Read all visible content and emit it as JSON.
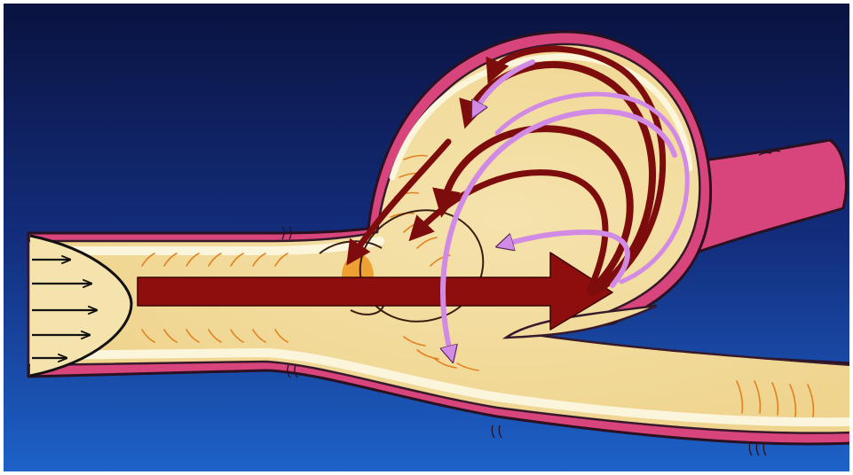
{
  "diagram": {
    "subject": "aneurysm-at-arterial-bifurcation",
    "text_labels": [],
    "colors": {
      "frame_white": "#ffffff",
      "bg_top": "#0a1340",
      "bg_mid": "#132d7c",
      "bg_bottom": "#1d62c8",
      "vessel_wall": "#d8457c",
      "intima_outline": "#36192b",
      "lumen": "#f2db9c",
      "lumen_light": "#f9f0c8",
      "endothelium": "#fbf5dc",
      "main_flow_arrow": "#8e0e0e",
      "dark_red_jet": "#7d0c0c",
      "violet_recirculation": "#d18be4",
      "vortex_line": "#3a1d10",
      "shear_hatch": "#e2821f",
      "impingement_spot": "#efa032",
      "profile_arrows": "#111111"
    },
    "elements": {
      "inflow_velocity_profile": {
        "parabolic": true,
        "arrow_count": 5
      },
      "main_flow_arrow": {
        "direction": "left-to-right"
      },
      "intra_aneurysm_jets": {
        "dark_red_count": 5,
        "violet_count": 4
      },
      "neck_vortex_rings": 2,
      "outflow_branches": [
        "upper-right-branch",
        "lower-right-branch"
      ]
    }
  }
}
